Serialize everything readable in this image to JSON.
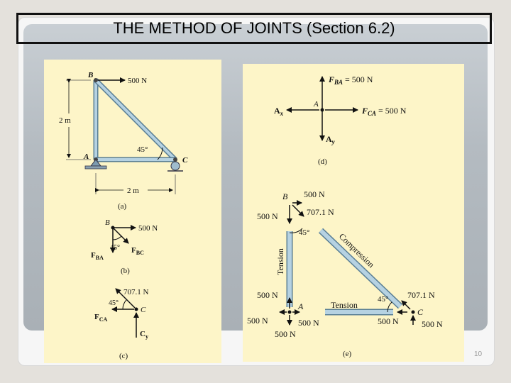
{
  "slide": {
    "title": "THE METHOD OF JOINTS (Section 6.2)",
    "page_number": "10"
  },
  "fig_a": {
    "label_b": "B",
    "label_a": "A",
    "label_c": "C",
    "load": "500 N",
    "height": "2 m",
    "width": "2 m",
    "angle": "45°",
    "caption": "(a)"
  },
  "fig_b": {
    "label_b": "B",
    "load": "500 N",
    "angle": "45°",
    "fba_main": "F",
    "fba_sub": "BA",
    "fbc_main": "F",
    "fbc_sub": "BC",
    "caption": "(b)"
  },
  "fig_c": {
    "force": "707.1 N",
    "angle": "45°",
    "label_c": "C",
    "fca_main": "F",
    "fca_sub": "CA",
    "cy_main": "C",
    "cy_sub": "y",
    "caption": "(c)"
  },
  "fig_d": {
    "fba_main": "F",
    "fba_sub": "BA",
    "fba_val": " = 500 N",
    "fca_main": "F",
    "fca_sub": "CA",
    "fca_val": " = 500 N",
    "label_a": "A",
    "ax_main": "A",
    "ax_sub": "x",
    "ay_main": "A",
    "ay_sub": "y",
    "caption": "(d)"
  },
  "fig_e": {
    "label_b": "B",
    "label_a": "A",
    "label_c": "C",
    "load_top": "500 N",
    "b_left": "500 N",
    "b_diag": "707.1 N",
    "angle_b": "45°",
    "angle_c": "45°",
    "member_ab": "Tension",
    "member_bc": "Compression",
    "member_ac": "Tension",
    "a_up": "500 N",
    "a_left": "500 N",
    "a_right": "500 N",
    "a_down": "500 N",
    "c_diag": "707.1 N",
    "c_left": "500 N",
    "c_up": "500 N",
    "caption": "(e)"
  }
}
